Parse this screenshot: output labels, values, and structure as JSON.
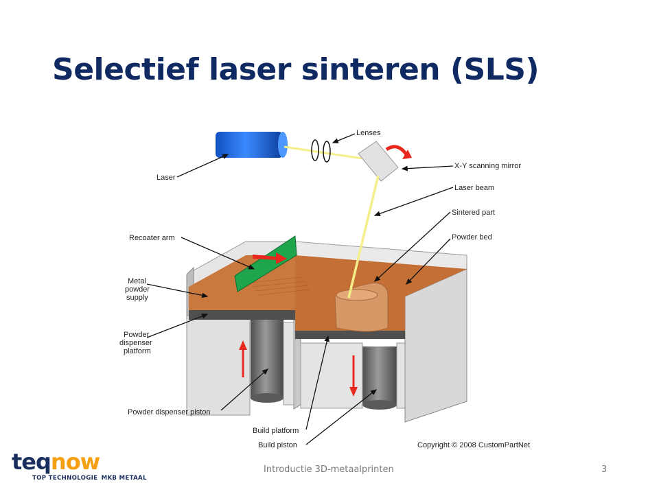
{
  "slide": {
    "title": "Selectief laser sinteren (SLS)",
    "footer": "Introductie 3D-metaalprinten",
    "page_number": "3"
  },
  "diagram": {
    "labels": {
      "lenses": "Lenses",
      "laser": "Laser",
      "mirror": "X-Y scanning mirror",
      "beam": "Laser beam",
      "sintered": "Sintered part",
      "powder_bed": "Powder bed",
      "recoater": "Recoater arm",
      "metal_1": "Metal",
      "metal_2": "powder",
      "metal_3": "supply",
      "dispenser_platform_1": "Powder",
      "dispenser_platform_2": "dispenser",
      "dispenser_platform_3": "platform",
      "dispenser_piston": "Powder dispenser piston",
      "build_platform": "Build platform",
      "build_piston": "Build piston",
      "copyright": "Copyright © 2008 CustomPartNet"
    },
    "colors": {
      "laser_body": "#1e6ee8",
      "beam": "#f4ef8a",
      "powder": "#c9783e",
      "recoater": "#1fa64c",
      "arrow": "#e8281e",
      "walls": "#d6d6d6",
      "piston": "#6e6e6e"
    }
  },
  "logo": {
    "word_teq": "teq",
    "word_now": "now",
    "tag_a": "TOP   TECHNOLOGIE",
    "tag_b": "MKB METAAL"
  }
}
